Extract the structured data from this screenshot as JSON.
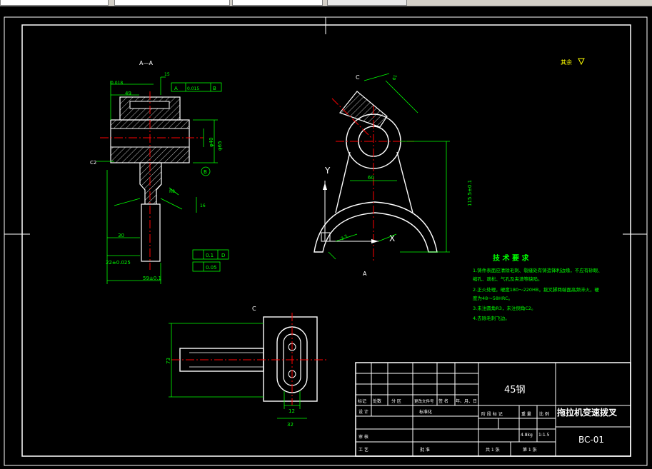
{
  "colors": {
    "background": "#000000",
    "frame": "#ffffff",
    "geometry": "#ffffff",
    "dimension": "#00ff00",
    "centerline": "#ff0000",
    "annotation_text": "#ffff00",
    "tech_text": "#00ff00",
    "hatch": "#ffffff"
  },
  "views": {
    "section_label": "A—A",
    "view_c_label": "C",
    "arrow_c": "C",
    "arrow_a": "A",
    "axis_y": "Y",
    "axis_x": "X"
  },
  "dims": {
    "d_49": "49",
    "d_61": "61",
    "d_010": "0.015",
    "d_0118": "0.018",
    "d_15": "15",
    "d_30": "30",
    "d_65": "φ65",
    "d_40": "φ40",
    "d_60": "60",
    "d_1155": "115.5±0.1",
    "d_22": "22±0.025",
    "d_59": "59±0.1",
    "d_01": "0.1",
    "d_005": "0.05",
    "d_73": "73",
    "d_12": "12",
    "d_32": "32",
    "d_r8": "R8",
    "d_c2": "C2",
    "d_16": "16",
    "d_25": "2.5",
    "ref_a": "A",
    "ref_b": "B",
    "ref_d": "D",
    "roughness_rest": "其余"
  },
  "tech": {
    "title": "技 术 要 求",
    "lines": [
      "1.铸件表面应清除毛刺、裂缝处有铸造锋利边缘，不应有砂眼、",
      "  缩孔、疏松、气孔及夹渣等缺陷。",
      "2.正火处理，硬度180～220HB，拨叉脚两端面高频淬火，硬",
      "  度为48～58HRC。",
      "3.未注圆角R3，未注倒角C2。",
      "4.去除毛刺飞边。"
    ]
  },
  "title_block": {
    "material": "45钢",
    "part_name": "拖拉机变速拨叉",
    "drawing_no": "BC-01",
    "row_labels": [
      "标记",
      "处数",
      "分 区",
      "更改文件号",
      "签 名",
      "年、月、日"
    ],
    "design": "设 计",
    "standardize": "标准化",
    "stage_mark": "阶 段 标 记",
    "weight": "重 量",
    "scale": "比 例",
    "weight_value": "4.8kg",
    "scale_value": "1:1.5",
    "review": "审 核",
    "process": "工 艺",
    "approve": "批 准",
    "sheets_total": "共 1 张",
    "sheet_no": "第 1 张"
  }
}
